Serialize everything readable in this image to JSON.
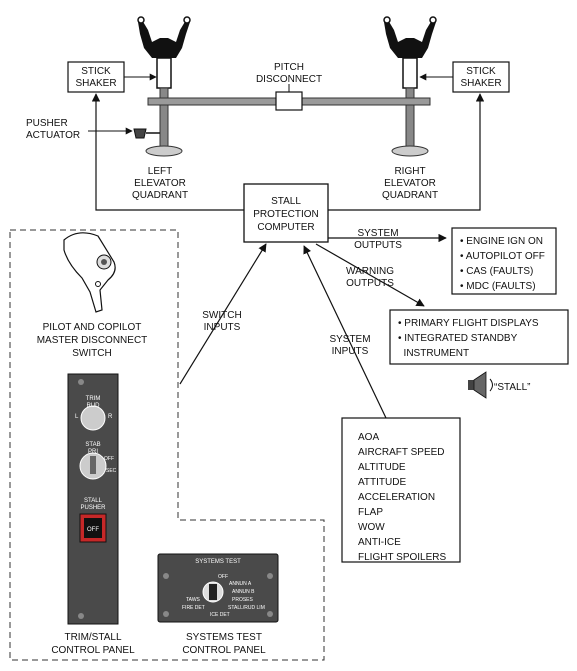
{
  "diagram": {
    "stick_shaker_left": [
      "STICK",
      "SHAKER"
    ],
    "stick_shaker_right": [
      "STICK",
      "SHAKER"
    ],
    "pitch_disconnect": [
      "PITCH",
      "DISCONNECT"
    ],
    "pusher_actuator": [
      "PUSHER",
      "ACTUATOR"
    ],
    "left_elevator_quadrant": [
      "LEFT",
      "ELEVATOR",
      "QUADRANT"
    ],
    "right_elevator_quadrant": [
      "RIGHT",
      "ELEVATOR",
      "QUADRANT"
    ],
    "stall_protection_computer": [
      "STALL",
      "PROTECTION",
      "COMPUTER"
    ],
    "system_outputs_label": [
      "SYSTEM",
      "OUTPUTS"
    ],
    "system_outputs": [
      "• ENGINE IGN ON",
      "• AUTOPILOT OFF",
      "• CAS (FAULTS)",
      "• MDC (FAULTS)"
    ],
    "warning_outputs_label": [
      "WARNING",
      "OUTPUTS"
    ],
    "warning_outputs": [
      "• PRIMARY FLIGHT DISPLAYS",
      "• INTEGRATED STANDBY",
      "  INSTRUMENT"
    ],
    "stall_aural": "“STALL”",
    "switch_inputs_label": [
      "SWITCH",
      "INPUTS"
    ],
    "system_inputs_label": [
      "SYSTEM",
      "INPUTS"
    ],
    "system_inputs": [
      "AOA",
      "AIRCRAFT SPEED",
      "ALTITUDE",
      "ATTITUDE",
      "ACCELERATION",
      "FLAP",
      "WOW",
      "ANTI-ICE",
      "FLIGHT SPOILERS"
    ],
    "master_disconnect_switch": [
      "PILOT AND COPILOT",
      "MASTER DISCONNECT",
      "SWITCH"
    ],
    "trim_stall_panel_label": [
      "TRIM/STALL",
      "CONTROL PANEL"
    ],
    "systems_test_panel_label": [
      "SYSTEMS TEST",
      "CONTROL PANEL"
    ],
    "trim_panel": {
      "trim_title": [
        "TRIM",
        "RUD"
      ],
      "trim_l": "L",
      "trim_r": "R",
      "stab_title": [
        "STAB",
        "PRI"
      ],
      "stab_off": "OFF",
      "stab_sec": "SEC",
      "stall_title": [
        "STALL",
        "PUSHER"
      ],
      "off_button": "OFF"
    },
    "systems_test_panel": {
      "title": "SYSTEMS TEST",
      "positions": [
        "OFF",
        "ANNUN A",
        "ANNUN B",
        "PROSES",
        "STALL/RUD LIM",
        "ICE DET",
        "FIRE DET",
        "TAWS"
      ]
    }
  }
}
